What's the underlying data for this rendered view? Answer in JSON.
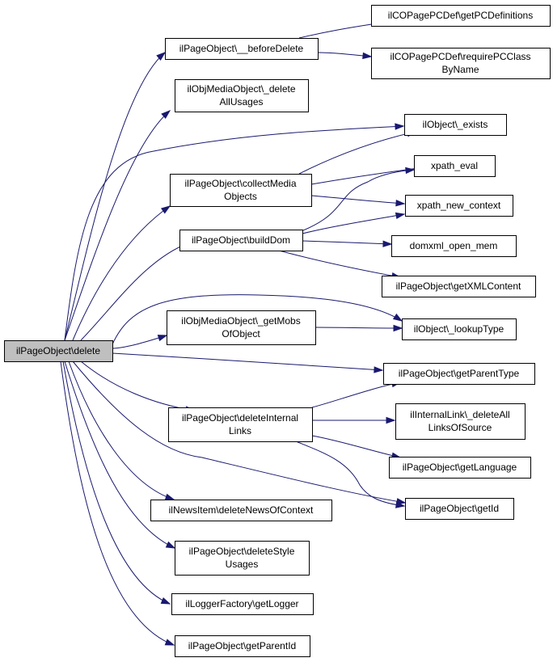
{
  "nodes": {
    "root": {
      "lines": [
        "ilPageObject\\delete"
      ]
    },
    "beforeDelete": {
      "lines": [
        "ilPageObject\\__beforeDelete"
      ]
    },
    "getPCDefinitions": {
      "lines": [
        "ilCOPagePCDef\\getPCDefinitions"
      ]
    },
    "requirePCClass": {
      "lines": [
        "ilCOPagePCDef\\requirePCClass",
        "ByName"
      ]
    },
    "deleteAllUsages": {
      "lines": [
        "ilObjMediaObject\\_delete",
        "AllUsages"
      ]
    },
    "exists": {
      "lines": [
        "ilObject\\_exists"
      ]
    },
    "collectMedia": {
      "lines": [
        "ilPageObject\\collectMedia",
        "Objects"
      ]
    },
    "xpathEval": {
      "lines": [
        "xpath_eval"
      ]
    },
    "xpathNewContext": {
      "lines": [
        "xpath_new_context"
      ]
    },
    "buildDom": {
      "lines": [
        "ilPageObject\\buildDom"
      ]
    },
    "domxmlOpenMem": {
      "lines": [
        "domxml_open_mem"
      ]
    },
    "getXMLContent": {
      "lines": [
        "ilPageObject\\getXMLContent"
      ]
    },
    "getMobs": {
      "lines": [
        "ilObjMediaObject\\_getMobs",
        "OfObject"
      ]
    },
    "lookupType": {
      "lines": [
        "ilObject\\_lookupType"
      ]
    },
    "getParentType": {
      "lines": [
        "ilPageObject\\getParentType"
      ]
    },
    "deleteInternalLinks": {
      "lines": [
        "ilPageObject\\deleteInternal",
        "Links"
      ]
    },
    "deleteAllLinks": {
      "lines": [
        "ilInternalLink\\_deleteAll",
        "LinksOfSource"
      ]
    },
    "getLanguage": {
      "lines": [
        "ilPageObject\\getLanguage"
      ]
    },
    "getId": {
      "lines": [
        "ilPageObject\\getId"
      ]
    },
    "deleteNews": {
      "lines": [
        "ilNewsItem\\deleteNewsOfContext"
      ]
    },
    "deleteStyle": {
      "lines": [
        "ilPageObject\\deleteStyle",
        "Usages"
      ]
    },
    "getLogger": {
      "lines": [
        "ilLoggerFactory\\getLogger"
      ]
    },
    "getParentId": {
      "lines": [
        "ilPageObject\\getParentId"
      ]
    }
  },
  "edges": [
    {
      "from": "root",
      "to": "beforeDelete"
    },
    {
      "from": "root",
      "to": "deleteAllUsages"
    },
    {
      "from": "root",
      "to": "exists"
    },
    {
      "from": "root",
      "to": "collectMedia"
    },
    {
      "from": "root",
      "to": "buildDom"
    },
    {
      "from": "root",
      "to": "lookupType"
    },
    {
      "from": "root",
      "to": "getMobs"
    },
    {
      "from": "root",
      "to": "getParentType"
    },
    {
      "from": "root",
      "to": "deleteInternalLinks"
    },
    {
      "from": "root",
      "to": "getId"
    },
    {
      "from": "root",
      "to": "deleteNews"
    },
    {
      "from": "root",
      "to": "deleteStyle"
    },
    {
      "from": "root",
      "to": "getLogger"
    },
    {
      "from": "root",
      "to": "getParentId"
    },
    {
      "from": "beforeDelete",
      "to": "getPCDefinitions"
    },
    {
      "from": "beforeDelete",
      "to": "requirePCClass"
    },
    {
      "from": "collectMedia",
      "to": "exists"
    },
    {
      "from": "collectMedia",
      "to": "xpathEval"
    },
    {
      "from": "collectMedia",
      "to": "xpathNewContext"
    },
    {
      "from": "buildDom",
      "to": "xpathEval"
    },
    {
      "from": "buildDom",
      "to": "xpathNewContext"
    },
    {
      "from": "buildDom",
      "to": "domxmlOpenMem"
    },
    {
      "from": "buildDom",
      "to": "getXMLContent"
    },
    {
      "from": "getMobs",
      "to": "lookupType"
    },
    {
      "from": "deleteInternalLinks",
      "to": "getParentType"
    },
    {
      "from": "deleteInternalLinks",
      "to": "deleteAllLinks"
    },
    {
      "from": "deleteInternalLinks",
      "to": "getLanguage"
    },
    {
      "from": "deleteInternalLinks",
      "to": "getId"
    }
  ],
  "colors": {
    "edge": "#191970",
    "root_fill": "#bfbfbf",
    "node_fill": "#ffffff",
    "node_stroke": "#000000"
  }
}
